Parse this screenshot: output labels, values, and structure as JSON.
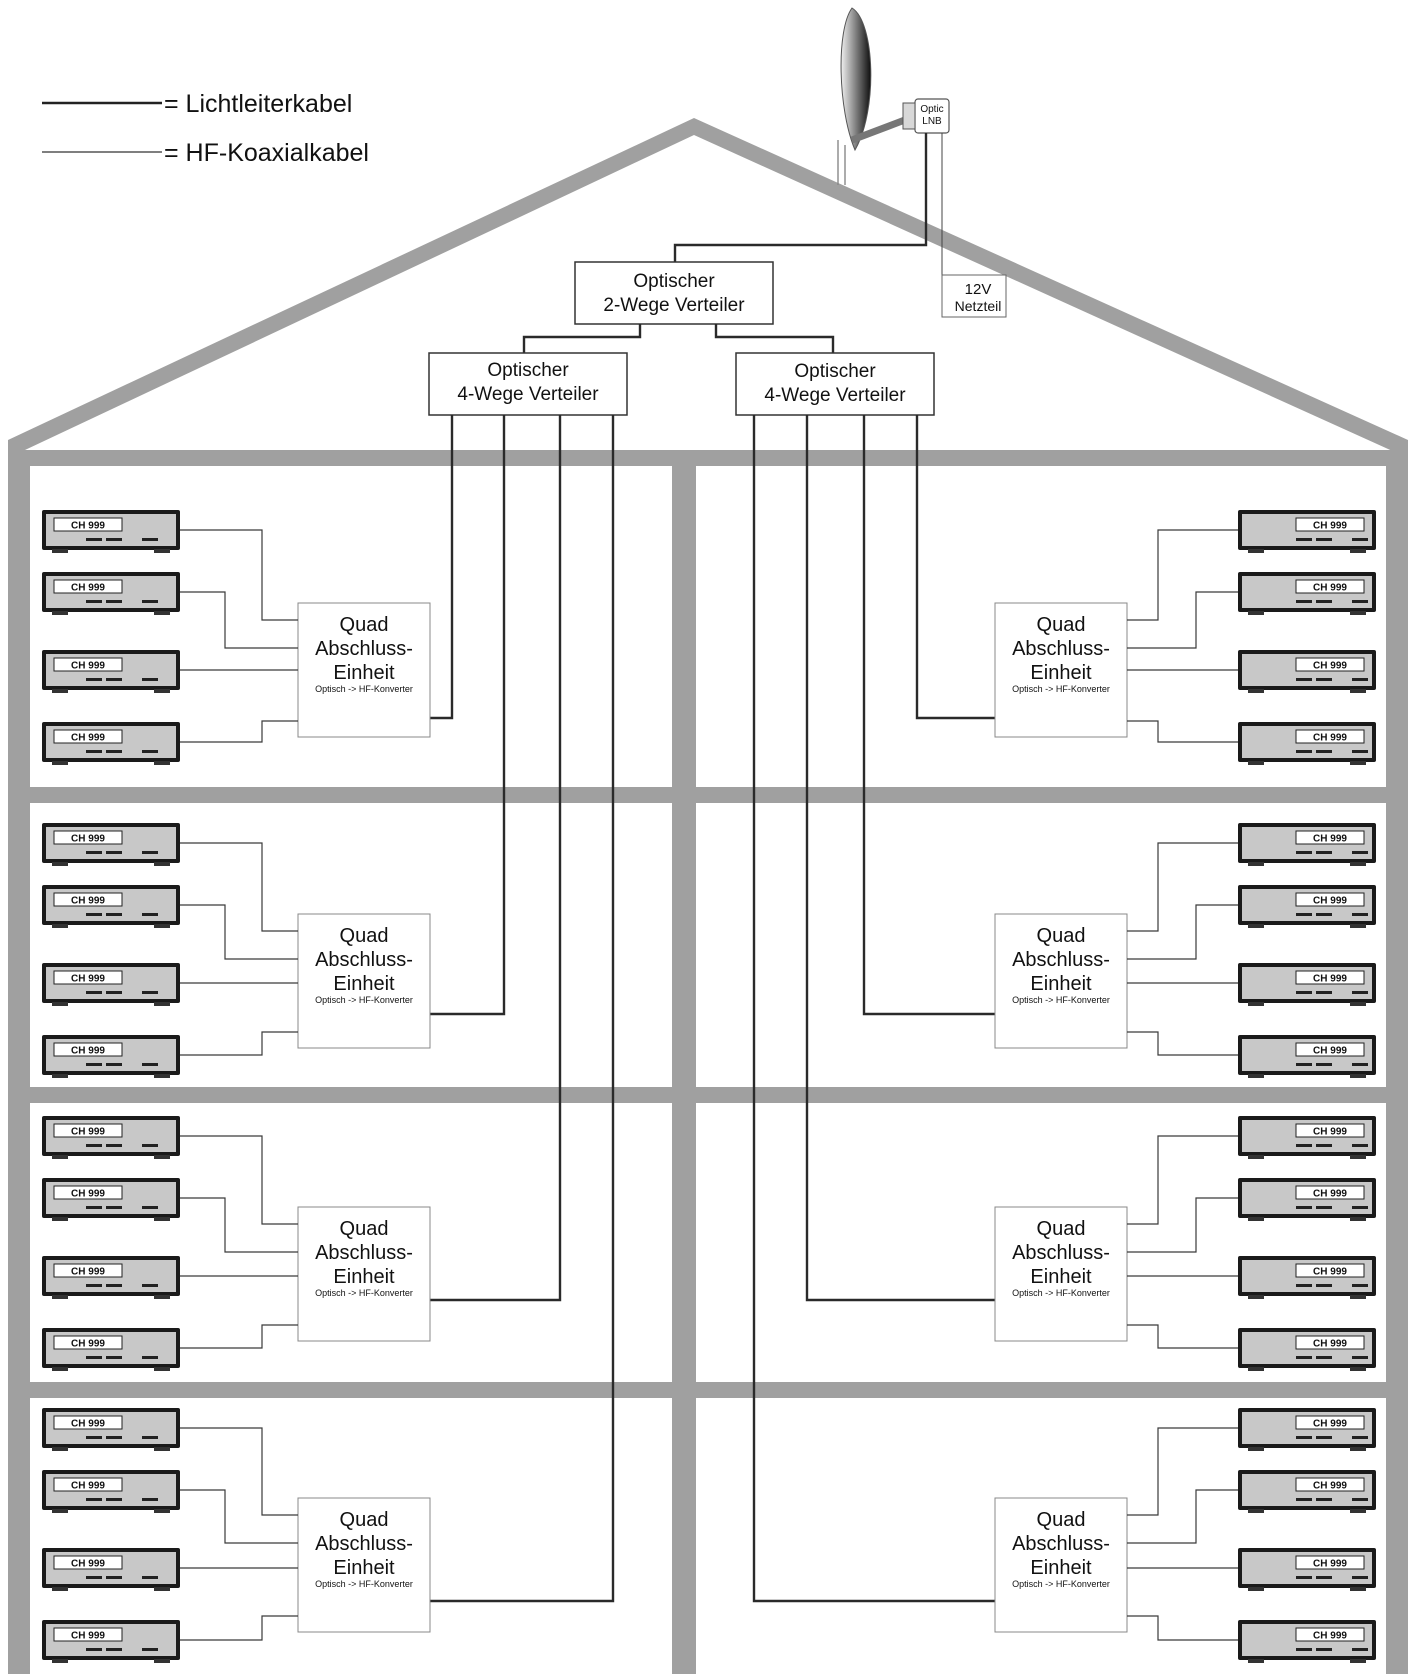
{
  "legend": {
    "fiber_label": "= Lichtleiterkabel",
    "coax_label": "= HF-Koaxialkabel"
  },
  "lnb": {
    "line1": "Optic",
    "line2": "LNB"
  },
  "power_supply": {
    "line1": "12V",
    "line2": "Netzteil"
  },
  "splitter_2way": {
    "line1": "Optischer",
    "line2": "2-Wege Verteiler"
  },
  "splitter_4way_left": {
    "line1": "Optischer",
    "line2": "4-Wege Verteiler"
  },
  "splitter_4way_right": {
    "line1": "Optischer",
    "line2": "4-Wege Verteiler"
  },
  "termination_unit": {
    "line1": "Quad",
    "line2": "Abschluss-",
    "line3": "Einheit",
    "subtitle": "Optisch -> HF-Konverter"
  },
  "receiver_display": "CH 999",
  "colors": {
    "wall": "#a0a0a0",
    "fiber": "#2a2a2a",
    "coax": "#3a3a3a",
    "receiver_body": "#c8c8c8",
    "receiver_frame": "#1a1a1a"
  }
}
